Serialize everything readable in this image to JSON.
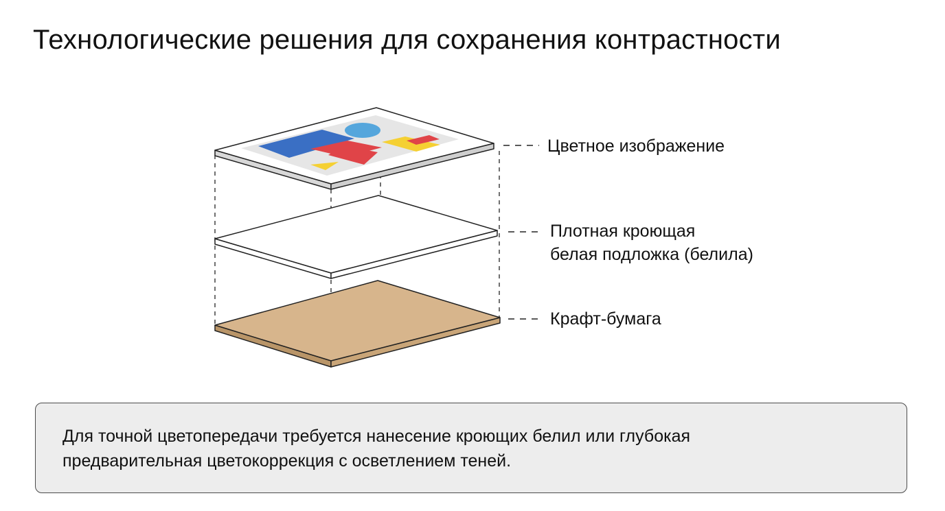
{
  "title": "Технологические решения для сохранения контрастности",
  "layers": [
    {
      "lines": [
        "Цветное изображение"
      ]
    },
    {
      "lines": [
        "Плотная кроющая",
        "белая подложка (белила)"
      ]
    },
    {
      "lines": [
        "Крафт-бумага"
      ]
    }
  ],
  "note": {
    "lines": [
      "Для точной цветопередачи требуется нанесение кроющих белил или глубокая",
      "предварительная цветокоррекция с осветлением теней."
    ]
  },
  "colors": {
    "kraft": "#d7b58c",
    "kraft_edge": "#b99568",
    "image_background": "#e6e6e6",
    "blue": "#3a6fc4",
    "light_blue": "#55a6dc",
    "red": "#e04448",
    "yellow": "#f5d033",
    "note_background": "#ededed"
  }
}
